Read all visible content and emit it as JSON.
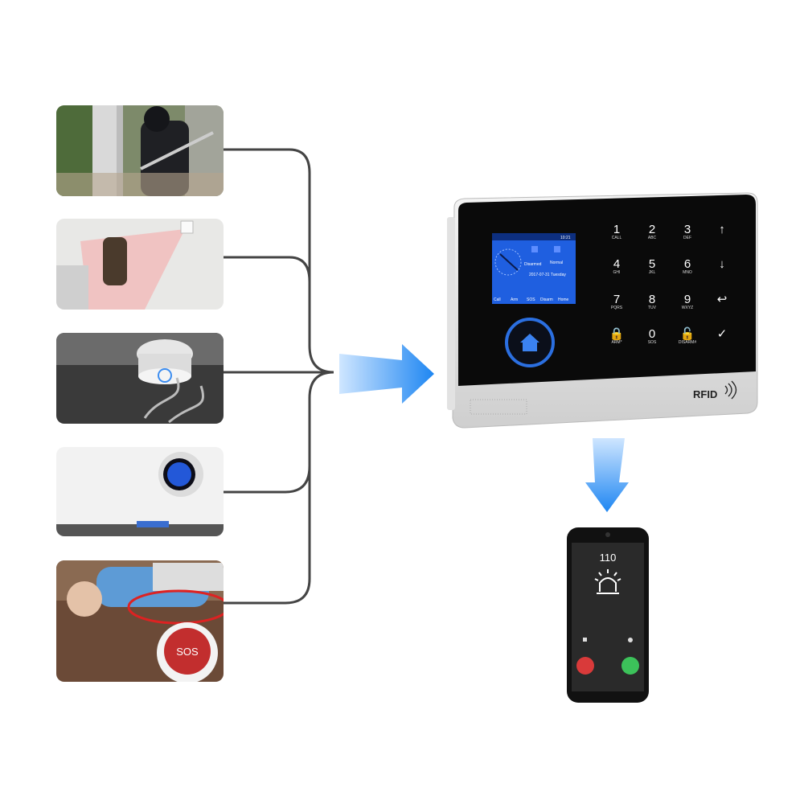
{
  "scenarios": [
    {
      "name": "intruder-door"
    },
    {
      "name": "motion-detection"
    },
    {
      "name": "smoke-detector"
    },
    {
      "name": "gas-detector"
    },
    {
      "name": "sos-emergency",
      "button_label": "SOS"
    }
  ],
  "panel": {
    "screen": {
      "time": "10:21",
      "date": "2017-07-31 Tuesday",
      "status_left": "Disarmed",
      "status_right": "Normal",
      "menu": [
        "Call",
        "Arm",
        "SOS",
        "Disarm",
        "Home"
      ]
    },
    "keypad": [
      {
        "digit": "1",
        "sub": "CALL"
      },
      {
        "digit": "2",
        "sub": "ABC"
      },
      {
        "digit": "3",
        "sub": "DEF"
      },
      {
        "digit": "↑",
        "sub": ""
      },
      {
        "digit": "4",
        "sub": "GHI"
      },
      {
        "digit": "5",
        "sub": "JKL"
      },
      {
        "digit": "6",
        "sub": "MNO"
      },
      {
        "digit": "↓",
        "sub": ""
      },
      {
        "digit": "7",
        "sub": "PQRS"
      },
      {
        "digit": "8",
        "sub": "TUV"
      },
      {
        "digit": "9",
        "sub": "WXYZ"
      },
      {
        "digit": "↩",
        "sub": ""
      },
      {
        "digit": "🔒",
        "sub": "ARM*"
      },
      {
        "digit": "0",
        "sub": "SOS"
      },
      {
        "digit": "🔓",
        "sub": "DISARM#"
      },
      {
        "digit": "✓",
        "sub": ""
      }
    ],
    "brand_label": "RFID"
  },
  "phone": {
    "number": "110"
  },
  "colors": {
    "arrow": "#2f8ef0",
    "panel": "#0a0a0a",
    "screen": "#1f5fe0",
    "decline": "#d93a3a",
    "accept": "#3cc25a"
  }
}
